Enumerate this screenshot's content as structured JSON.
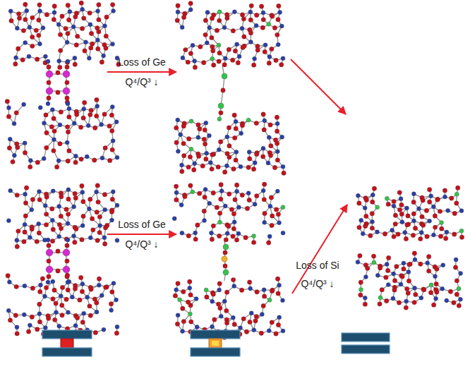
{
  "diagram": {
    "labels": [
      "Loss of Ge",
      "Q⁴/Q³ ↓",
      "Loss of Ge",
      "Q⁴/Q³ ↓",
      "Loss of Si",
      "Q⁴/Q³ ↓"
    ]
  }
}
